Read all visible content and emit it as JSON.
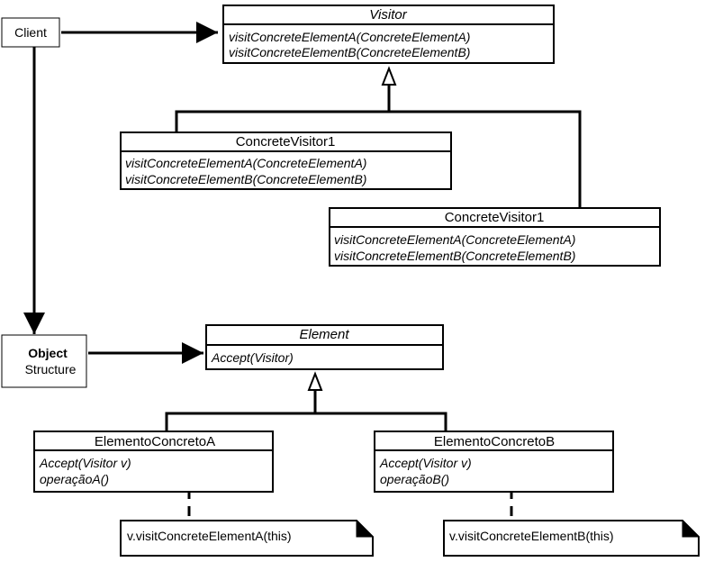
{
  "client": {
    "label": "Client"
  },
  "object_structure": {
    "line1": "Object",
    "line2": "Structure"
  },
  "visitor": {
    "title": "Visitor",
    "ops": [
      "visitConcreteElementA(ConcreteElementA)",
      "visitConcreteElementB(ConcreteElementB)"
    ]
  },
  "concrete_visitor_1": {
    "title": "ConcreteVisitor1",
    "ops": [
      "visitConcreteElementA(ConcreteElementA)",
      "visitConcreteElementB(ConcreteElementB)"
    ]
  },
  "concrete_visitor_2": {
    "title": "ConcreteVisitor1",
    "ops": [
      "visitConcreteElementA(ConcreteElementA)",
      "visitConcreteElementB(ConcreteElementB)"
    ]
  },
  "element": {
    "title": "Element",
    "ops": [
      "Accept(Visitor)"
    ]
  },
  "elemento_a": {
    "title": "ElementoConcretoA",
    "ops": [
      "Accept(Visitor v)",
      "operaçãoA()"
    ]
  },
  "elemento_b": {
    "title": "ElementoConcretoB",
    "ops": [
      "Accept(Visitor v)",
      "operaçãoB()"
    ]
  },
  "note_a": {
    "text": "v.visitConcreteElementA(this)"
  },
  "note_b": {
    "text": "v.visitConcreteElementB(this)"
  }
}
